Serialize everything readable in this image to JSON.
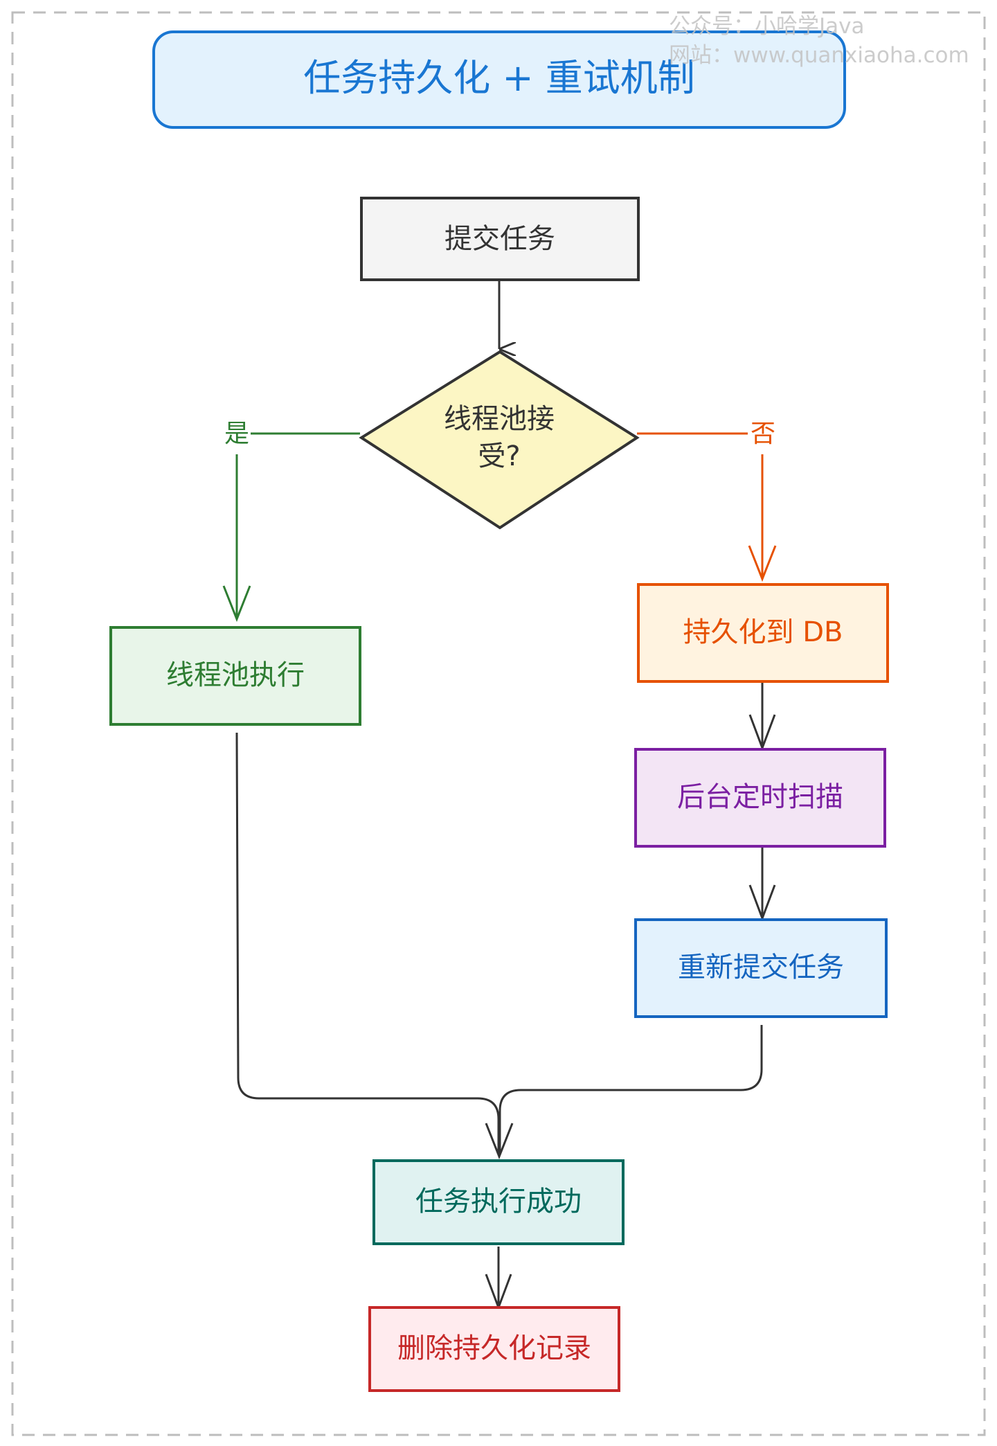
{
  "title": "任务持久化 + 重试机制",
  "watermark": {
    "line1": "公众号：小哈学Java",
    "line2": "网站：www.quanxiaoha.com"
  },
  "nodes": {
    "submit": {
      "label": "提交任务",
      "stroke": "#333333",
      "fill": "#f4f4f4",
      "text_color": "#333333"
    },
    "decision": {
      "label_line1": "线程池接",
      "label_line2": "受?",
      "stroke": "#333333",
      "fill": "#fcf6c4",
      "text_color": "#333333"
    },
    "execute": {
      "label": "线程池执行",
      "stroke": "#2e7d32",
      "fill": "#e8f5e9",
      "text_color": "#2e7d32"
    },
    "persist": {
      "label": "持久化到 DB",
      "stroke": "#e65100",
      "fill": "#fff3e0",
      "text_color": "#e65100"
    },
    "scan": {
      "label": "后台定时扫描",
      "stroke": "#7b1fa2",
      "fill": "#f3e5f5",
      "text_color": "#7b1fa2"
    },
    "resubmit": {
      "label": "重新提交任务",
      "stroke": "#1565c0",
      "fill": "#e3f2fd",
      "text_color": "#1565c0"
    },
    "success": {
      "label": "任务执行成功",
      "stroke": "#00695c",
      "fill": "#e0f2f1",
      "text_color": "#00695c"
    },
    "delete": {
      "label": "删除持久化记录",
      "stroke": "#c62828",
      "fill": "#ffebee",
      "text_color": "#c62828"
    }
  },
  "edges": {
    "yes": {
      "label": "是",
      "color": "#2e7d32"
    },
    "no": {
      "label": "否",
      "color": "#e65100"
    }
  },
  "colors": {
    "title_stroke": "#1976d2",
    "title_fill": "#e3f2fd",
    "title_text": "#1976d2",
    "frame": "#bdbdbd",
    "arrow": "#333333"
  }
}
